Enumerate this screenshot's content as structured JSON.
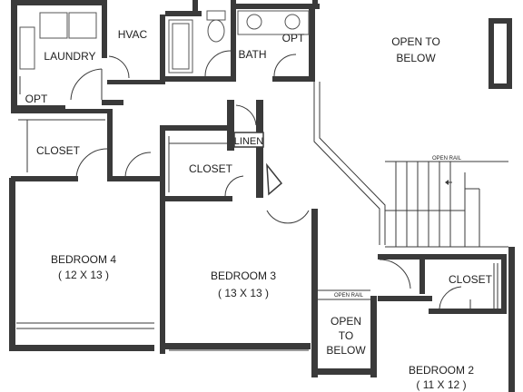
{
  "rooms": {
    "laundry": "LAUNDRY",
    "hvac": "HVAC",
    "bath": "BATH",
    "opt_bath": "OPT",
    "opt_laundry": "OPT",
    "open_to_below_1": [
      "OPEN TO",
      "BELOW"
    ],
    "closet_left": "CLOSET",
    "linen": "LINEN",
    "closet_mid": "CLOSET",
    "closet_right": "CLOSET",
    "bedroom4": [
      "BEDROOM 4",
      "( 12 X 13 )"
    ],
    "bedroom3": [
      "BEDROOM 3",
      "( 13 X 13 )"
    ],
    "bedroom2": [
      "BEDROOM 2",
      "( 11 X 12 )"
    ],
    "open_to_below_2": [
      "OPEN",
      "TO",
      "BELOW"
    ]
  },
  "notes": {
    "open_rail_stair": "OPEN RAIL",
    "open_rail_lower": "OPEN RAIL"
  },
  "colors": {
    "wall": "#3a3a3a",
    "background": "#ffffff"
  }
}
